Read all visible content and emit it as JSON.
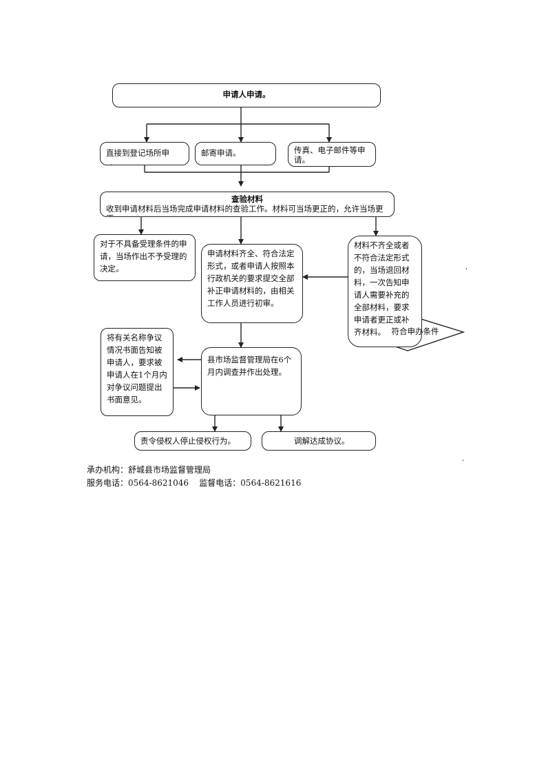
{
  "nodes": {
    "apply": "申请人申请。",
    "direct": "直接到登记场所申请。",
    "mail": "邮寄申请。",
    "fax": "传真、电子邮件等申请。",
    "check_title": "查验材料",
    "check_text": "收到申请材料后当场完成申请材料的查验工作。材料可当场更正的，允许当场更正。",
    "reject": "对于不具备受理条件的申请，当场作出不予受理的决定。",
    "complete": "申请材料齐全、符合法定形式，或者申请人按照本行政机关的要求提交全部补正申请材料的，由相关工作人员进行初审。",
    "incomplete": "材料不齐全或者不符合法定形式的，当场退回材料，一次告知申请人需要补充的全部材料，要求申请者更正或补齐材料。",
    "condition": "符合申办条件",
    "notify": "将有关名称争议情况书面告知被申请人，要求被申请人在1个月内对争议问题提出书面意见。",
    "bureau": "县市场监督管理局在6个月内调查并作出处理。",
    "order": "责令侵权人停止侵权行为。",
    "mediate": "调解达成协议。"
  },
  "footer": {
    "org": "承办机构：舒城县市场监督管理局",
    "phones": "服务电话：0564-8621046    监督电话：0564-8621616"
  },
  "marks": {
    "tick_a": ",",
    "tick_b": ","
  }
}
